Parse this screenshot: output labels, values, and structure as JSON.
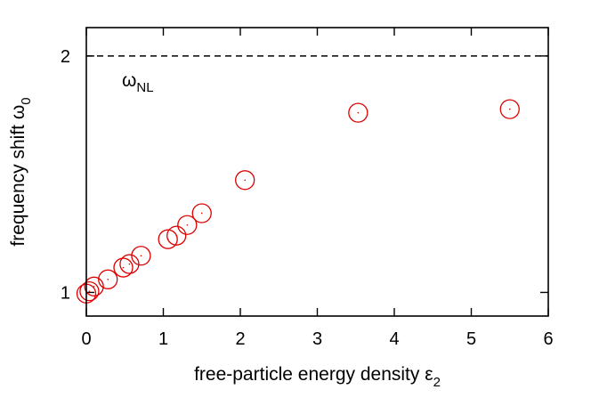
{
  "chart_data": {
    "type": "scatter",
    "title": "",
    "xlabel": "free-particle energy density ε",
    "xlabel_sub": "2",
    "ylabel": "frequency shift ω",
    "ylabel_sub": "0",
    "xlim": [
      0,
      6
    ],
    "ylim": [
      0.9,
      2.12
    ],
    "xticks": [
      0,
      1,
      2,
      3,
      4,
      5,
      6
    ],
    "yticks": [
      1,
      2
    ],
    "grid": false,
    "legend": "none",
    "marker": "open-circle",
    "marker_color": "#dd0000",
    "reference_line": {
      "y": 2,
      "style": "dashed",
      "color": "#000000",
      "label": "ω",
      "label_sub": "NL"
    },
    "series": [
      {
        "x": [
          0.0,
          0.04,
          0.1,
          0.28,
          0.48,
          0.56,
          0.71,
          1.06,
          1.17,
          1.31,
          1.5,
          2.06,
          3.53,
          5.5
        ],
        "y": [
          0.995,
          1.005,
          1.025,
          1.055,
          1.105,
          1.12,
          1.155,
          1.225,
          1.24,
          1.285,
          1.335,
          1.475,
          1.76,
          1.775
        ]
      }
    ]
  }
}
